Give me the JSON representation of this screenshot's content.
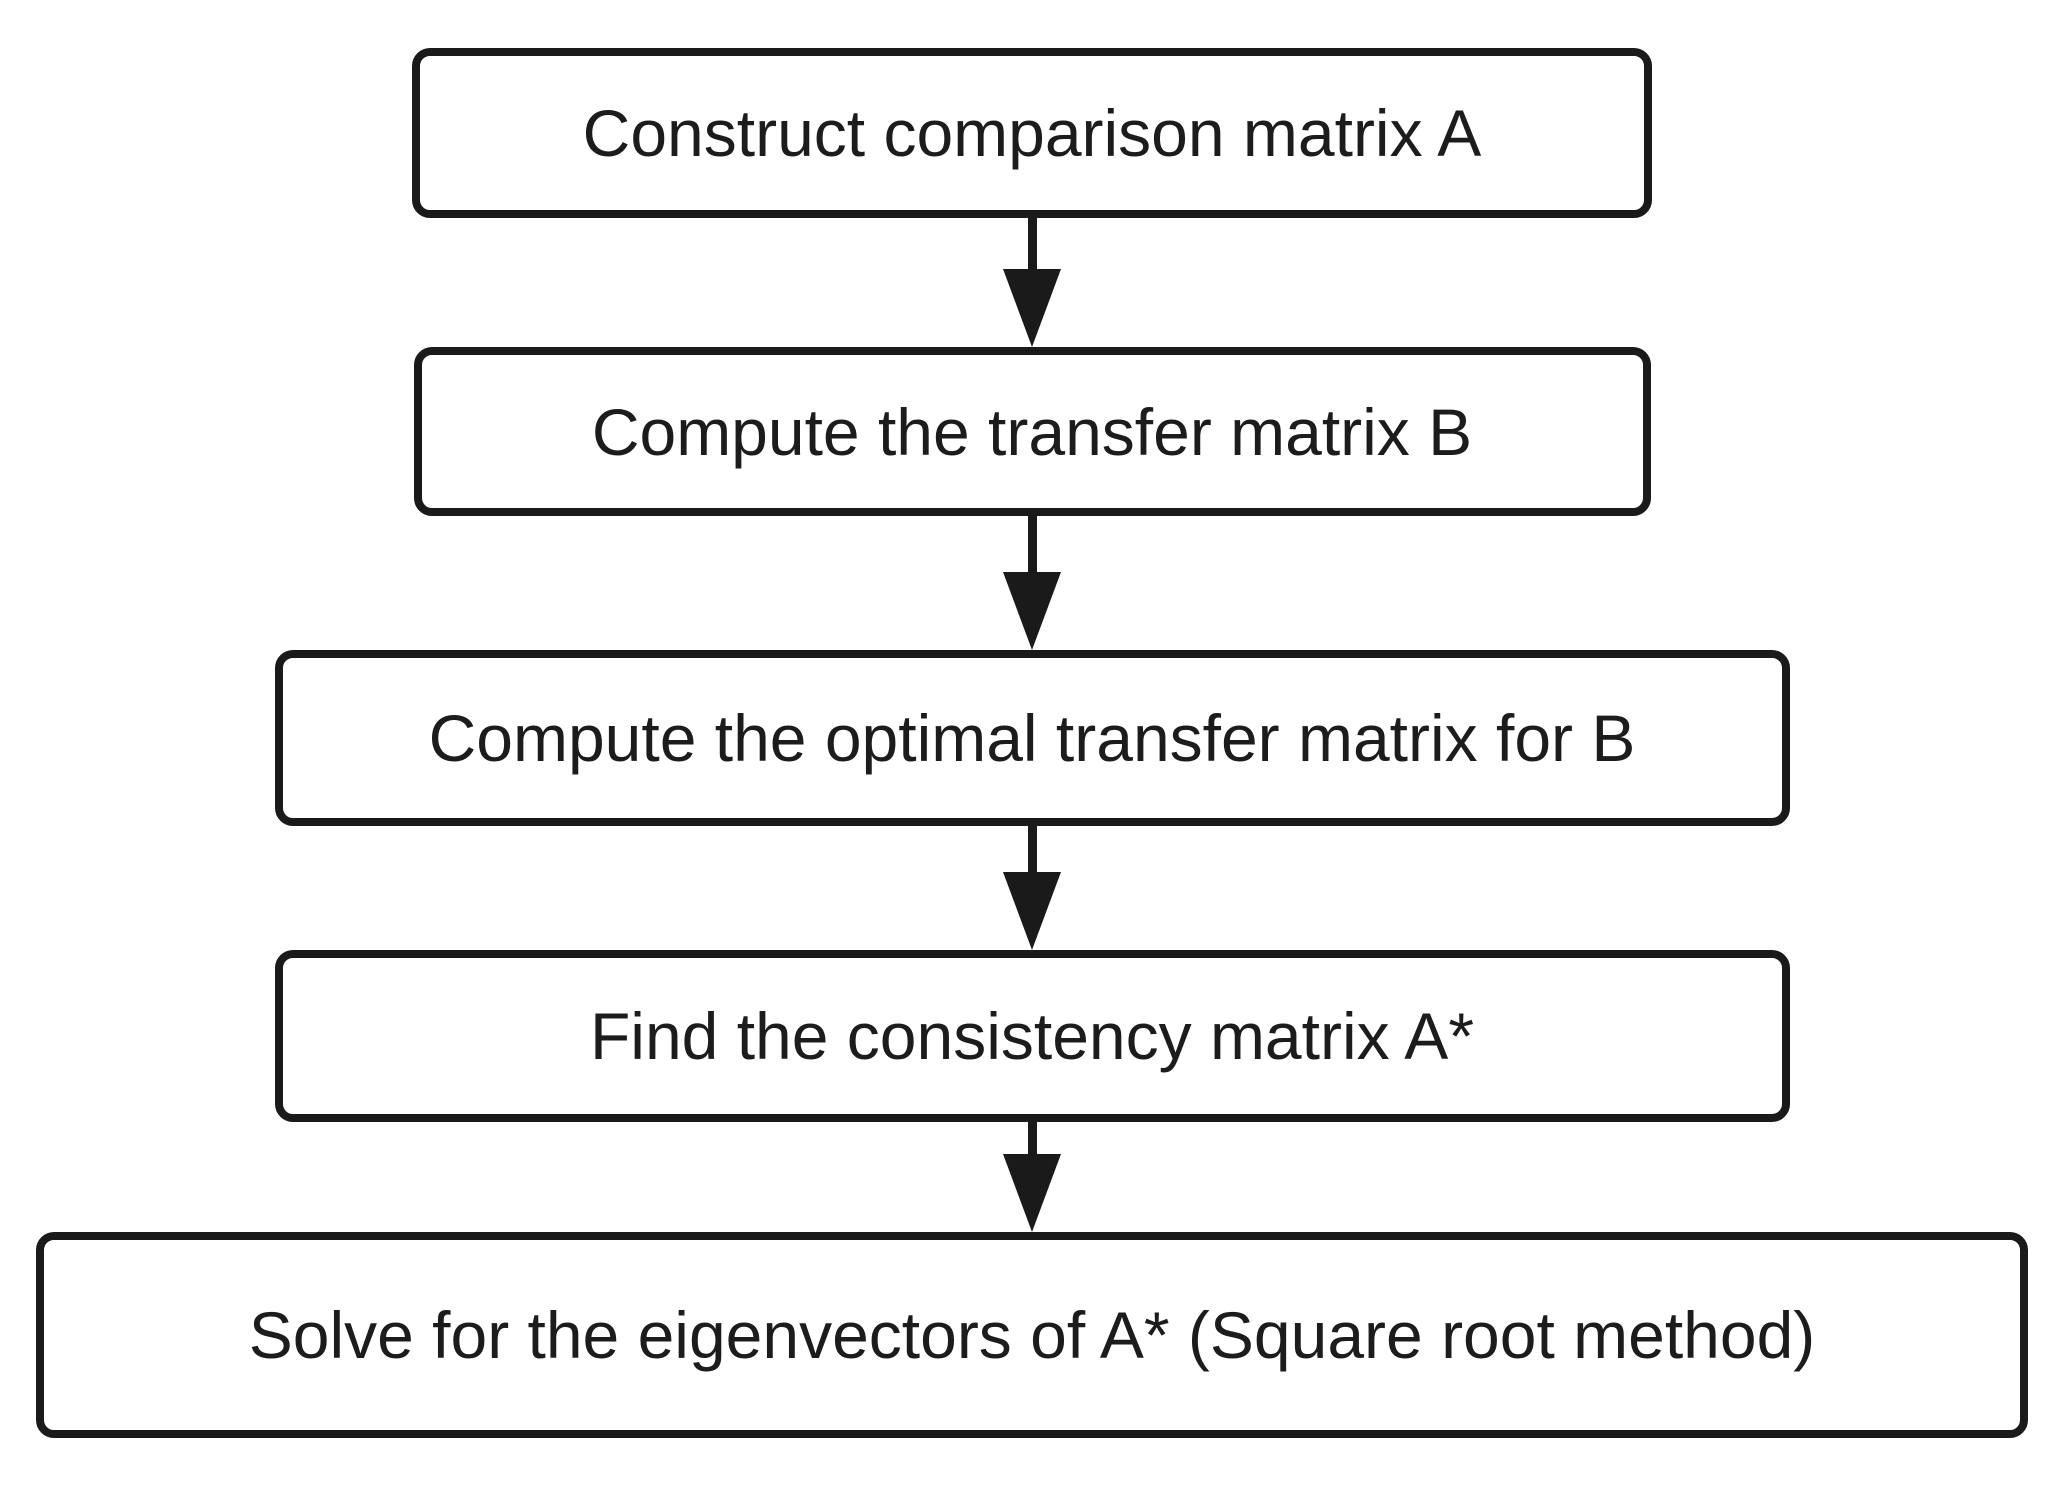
{
  "steps": [
    {
      "label": "Construct comparison matrix A"
    },
    {
      "label": "Compute the transfer matrix B"
    },
    {
      "label": "Compute the optimal transfer matrix for B"
    },
    {
      "label": "Find the consistency matrix A*"
    },
    {
      "label": "Solve for the eigenvectors of A* (Square root method)"
    }
  ],
  "colors": {
    "border": "#1a1a1a",
    "text": "#1c1c1c",
    "arrow": "#1a1a1a",
    "background": "#ffffff"
  }
}
